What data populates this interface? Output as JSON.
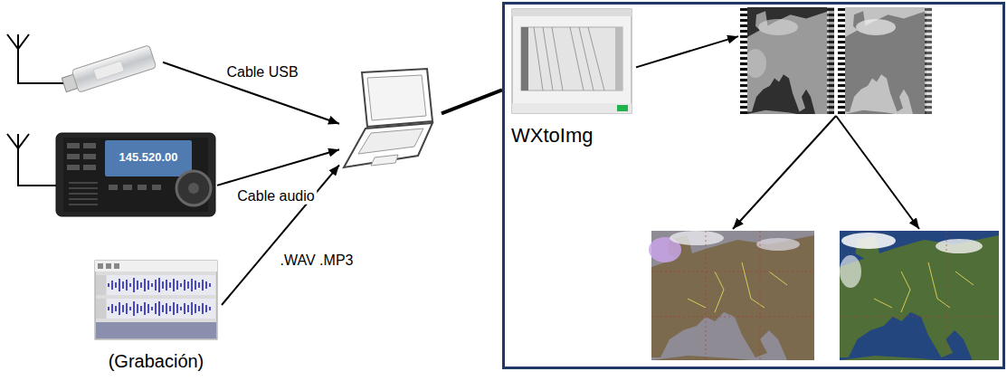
{
  "diagram": {
    "nodes": [
      {
        "text": []
      },
      {
        "text": [
          "145.520.00"
        ]
      },
      {
        "text": [
          "(Grabación)"
        ]
      },
      {
        "text": []
      },
      {
        "text": []
      },
      {
        "text": [
          "WXtoImg"
        ],
        "in": 4
      },
      {
        "text": [],
        "in": 4
      },
      {
        "text": [],
        "in": 4
      },
      {
        "text": [],
        "in": 4
      }
    ],
    "edges": [
      {
        "from": 0,
        "to": 3,
        "label": "Cable USB",
        "arrow": "to"
      },
      {
        "from": 1,
        "to": 3,
        "label": "Cable audio",
        "arrow": "to"
      },
      {
        "from": 2,
        "to": 3,
        "label": ".WAV .MP3",
        "arrow": "to"
      },
      {
        "from": 3,
        "to": 4,
        "arrow": "none"
      },
      {
        "from": 5,
        "to": 6,
        "arrow": "to"
      },
      {
        "from": 6,
        "to": 7,
        "arrow": "to"
      },
      {
        "from": 6,
        "to": 8,
        "arrow": "to"
      }
    ]
  }
}
